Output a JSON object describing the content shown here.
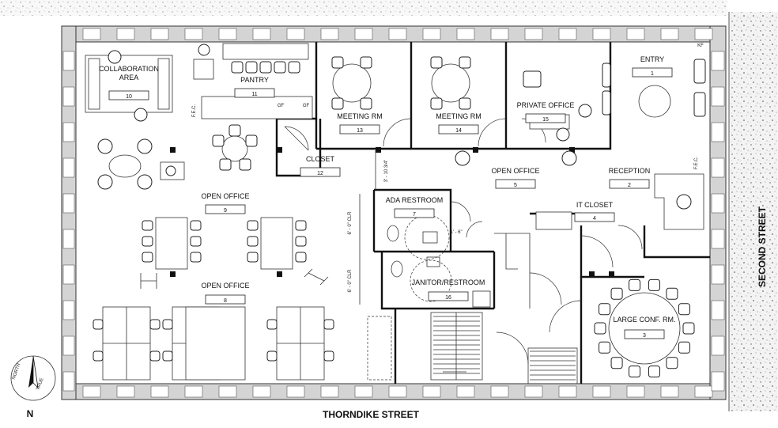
{
  "streets": {
    "south": "THORNDIKE STREET",
    "east": "SECOND STREET"
  },
  "compass": {
    "label": "N",
    "tick_labels": [
      "NORTH",
      "TRUE"
    ]
  },
  "rooms": [
    {
      "name": "COLLABORATION AREA",
      "line1": "COLLABORATION",
      "line2": "AREA",
      "number": "10"
    },
    {
      "name": "PANTRY",
      "number": "11"
    },
    {
      "name": "MEETING RM",
      "number": "13"
    },
    {
      "name": "MEETING RM",
      "number": "14"
    },
    {
      "name": "PRIVATE OFFICE",
      "number": "15"
    },
    {
      "name": "ENTRY",
      "number": "1"
    },
    {
      "name": "CLOSET",
      "number": "12"
    },
    {
      "name": "OPEN OFFICE",
      "number": "5"
    },
    {
      "name": "RECEPTION",
      "number": "2"
    },
    {
      "name": "OPEN OFFICE",
      "number": "9"
    },
    {
      "name": "ADA RESTROOM",
      "number": "7"
    },
    {
      "name": "IT CLOSET",
      "number": "4"
    },
    {
      "name": "JANITOR/RESTROOM",
      "number": "16"
    },
    {
      "name": "OPEN OFFICE",
      "number": "8"
    },
    {
      "name": "LARGE CONF. RM.",
      "number": "3"
    }
  ],
  "dimensions": [
    "3' - 10 3/4\"",
    "6' - 0\" CLR",
    "6' - 0\" CLR",
    "1' - 6\""
  ],
  "notes": {
    "fec": "F.E.C.",
    "kf": "KF",
    "gf": "GF"
  }
}
